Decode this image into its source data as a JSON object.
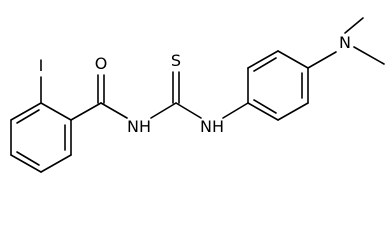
{
  "molecule": {
    "atoms": {
      "iodine": "I",
      "carbonyl_oxygen": "O",
      "amide_nh": "NH",
      "thio_sulfur": "S",
      "thioamide_nh": "NH",
      "amine_nitrogen": "N"
    }
  }
}
